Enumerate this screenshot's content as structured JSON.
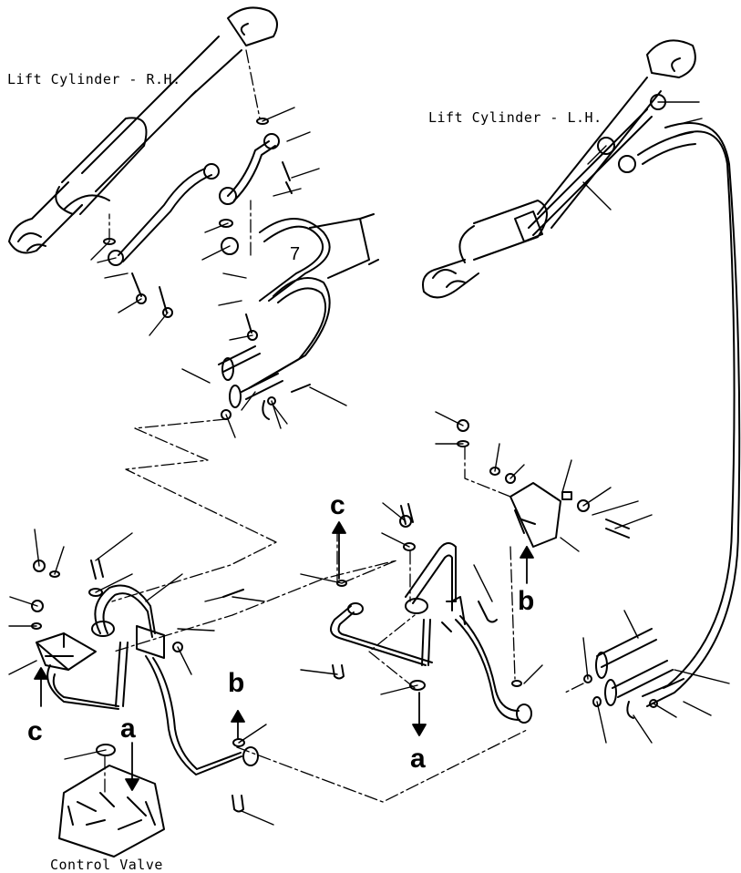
{
  "labels": {
    "lift_rh": "Lift Cylinder - R.H.",
    "lift_lh": "Lift Cylinder - L.H.",
    "control_valve": "Control Valve"
  },
  "refs": {
    "a1": "a",
    "a2": "a",
    "b1": "b",
    "b2": "b",
    "c1": "c",
    "c2": "c",
    "seven": "7"
  }
}
